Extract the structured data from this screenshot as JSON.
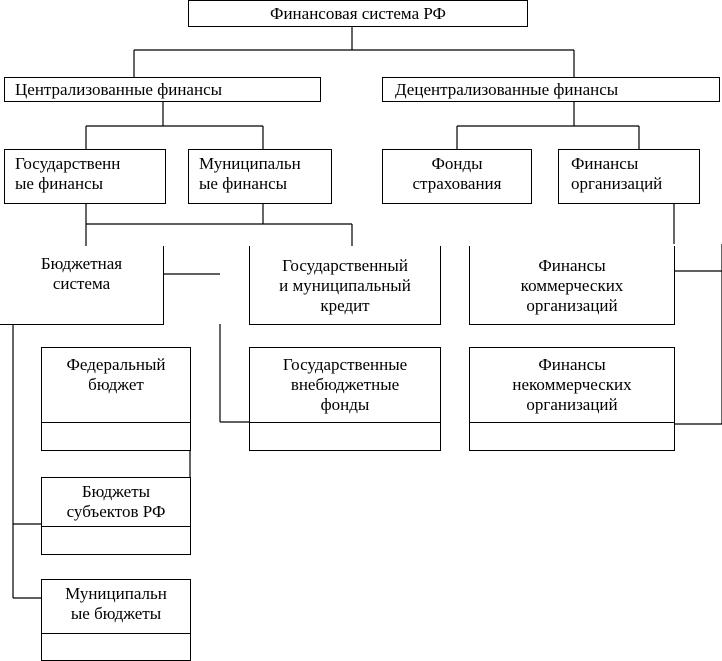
{
  "nodes": {
    "root": "Финансовая система РФ",
    "centralized": "Централизованные финансы",
    "decentralized": "Децентрализованные финансы",
    "state_finance": "Государственн\nые финансы",
    "municipal_finance": "Муниципальн\nые финансы",
    "insurance_funds": "Фонды\nстрахования",
    "org_finance": "Финансы\nорганизаций",
    "budget_system": "Бюджетная\nсистема",
    "state_credit": "Государственный\nи муниципальный\nкредит",
    "commercial_org": "Финансы\nкоммерческих\nорганизаций",
    "federal_budget": "Федеральный\nбюджет",
    "offbudget_funds": "Государственные\nвнебюджетные\nфонды",
    "noncommercial_org": "Финансы\nнекоммерческих\nорганизаций",
    "subject_budgets": "Бюджеты\nсубъектов РФ",
    "municipal_budgets": "Муниципальн\nые бюджеты"
  }
}
